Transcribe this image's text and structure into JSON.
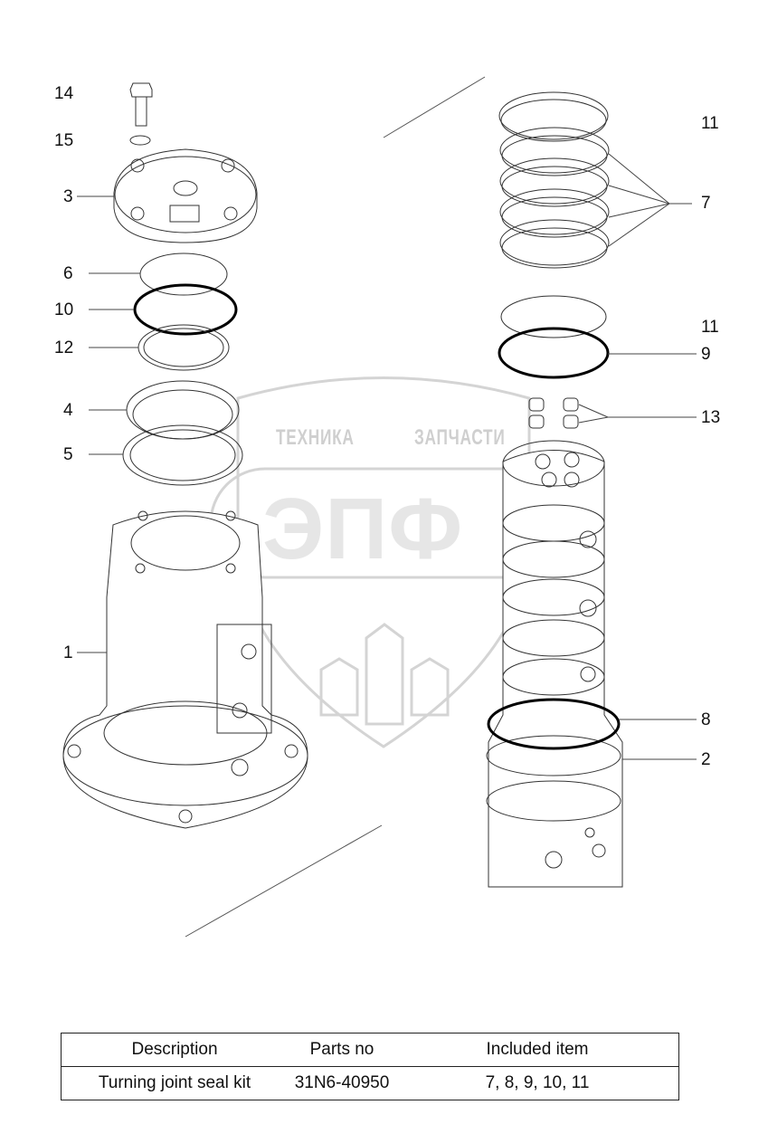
{
  "callouts": {
    "c14": "14",
    "c15": "15",
    "c3": "3",
    "c6": "6",
    "c10": "10",
    "c12": "12",
    "c4": "4",
    "c5": "5",
    "c1": "1",
    "c11a": "11",
    "c7": "7",
    "c11b": "11",
    "c9": "9",
    "c13": "13",
    "c8": "8",
    "c2": "2"
  },
  "watermark": {
    "left_text": "ТЕХНИКА",
    "right_text": "ЗАПЧАСТИ",
    "logo_text": "ЭПФ"
  },
  "table": {
    "headers": [
      "Description",
      "Parts no",
      "Included item"
    ],
    "rows": [
      [
        "Turning joint seal kit",
        "31N6-40950",
        "7, 8, 9, 10, 11"
      ]
    ]
  }
}
